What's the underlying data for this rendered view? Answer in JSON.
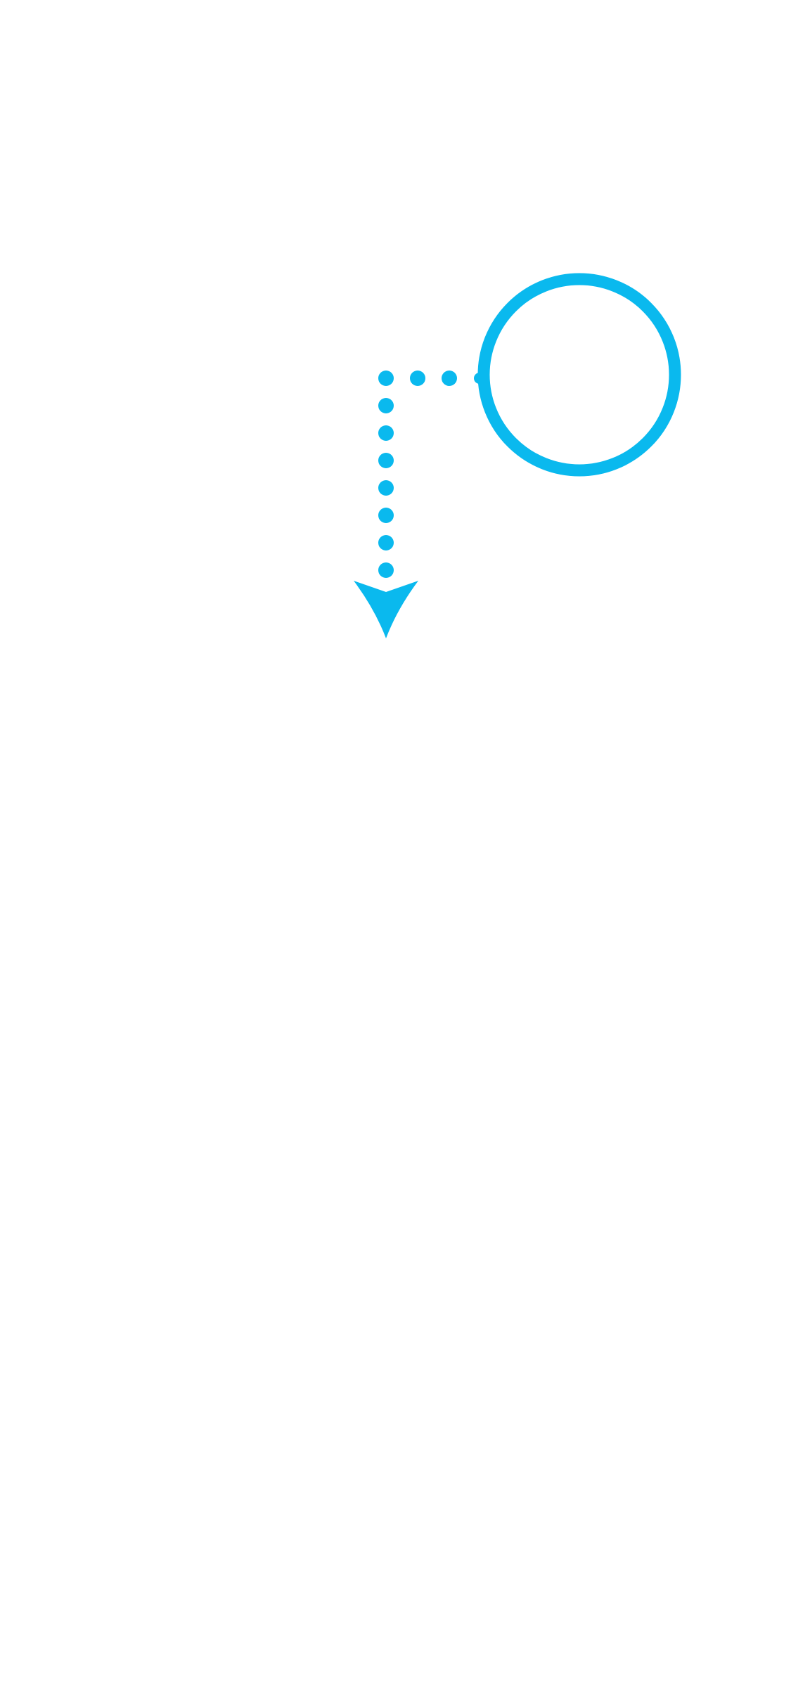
{
  "screen": {
    "background_color": "#ffffff"
  },
  "gesture_hint": {
    "accent_color": "#0ab9ee",
    "target_ring": {
      "icon": "touch-target-ring"
    },
    "path": {
      "style": "dotted",
      "direction": "left-then-down"
    },
    "arrow": {
      "icon": "arrow-down-icon"
    }
  }
}
